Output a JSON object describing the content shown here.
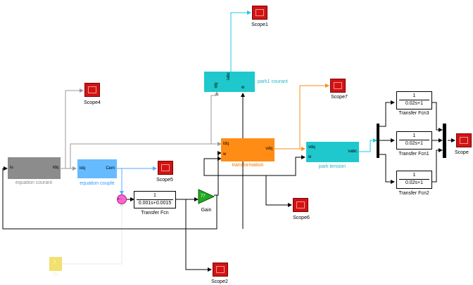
{
  "blocks": {
    "equation_courant": {
      "label": "equation courant",
      "in_port": "iu",
      "out_port": "idq"
    },
    "equation_couple": {
      "label": "equation couple",
      "in_port": "idq",
      "out_port": "Cem"
    },
    "park1_courant": {
      "label": "park1 courant",
      "in_port_1": "idq",
      "in_port_2": "w",
      "out_port": "iabc"
    },
    "transformation": {
      "label": "transformation",
      "in_port_1": "idq",
      "in_port_2": "w",
      "out_port": "vdq"
    },
    "park_tension": {
      "label": "park tension",
      "in_port_1": "vdq",
      "in_port_2": "w",
      "out_port": "vabc"
    },
    "transfer_fcn": {
      "label": "Transfer Fcn",
      "num": "1",
      "den": "0.001s+0.0015"
    },
    "transfer_fcn1": {
      "label": "Transfer Fcn1",
      "num": "1",
      "den": "0.02s+1"
    },
    "transfer_fcn2": {
      "label": "Transfer Fcn2",
      "num": "1",
      "den": "0.02s+1"
    },
    "transfer_fcn3": {
      "label": "Transfer Fcn3",
      "num": "1",
      "den": "0.02s+1"
    },
    "gain": {
      "label": "Gain",
      "value": "77"
    },
    "sum": {
      "signs": "+ -"
    },
    "constant": {
      "value": "7",
      "label": "Cr"
    }
  },
  "scopes": {
    "scope": "Scope",
    "scope1": "Scope1",
    "scope2": "Scope2",
    "scope4": "Scope4",
    "scope5": "Scope5",
    "scope6": "Scope6",
    "scope7": "Scope7"
  },
  "colors": {
    "grey_block": "#8c8c8c",
    "blue_block": "#66bbff",
    "cyan_block": "#1ec8cc",
    "orange_block": "#ff8c14",
    "gain_green": "#22aa22",
    "sum_pink": "#ff66cc",
    "constant_yellow": "#f2e070",
    "scope_red": "#d01414",
    "wire_black": "#000000",
    "wire_grey": "#999999",
    "wire_cyan": "#1ec8e0",
    "wire_blue": "#55aaff",
    "wire_orange": "#ff8c14"
  }
}
